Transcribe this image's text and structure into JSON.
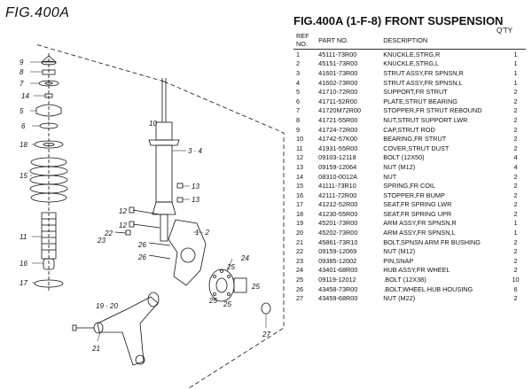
{
  "figure_label": "FIG.400A",
  "title": "FIG.400A (1-F-8) FRONT SUSPENSION",
  "columns": {
    "ref_no": "REF NO.",
    "part_no": "PART NO.",
    "description": "DESCRIPTION",
    "qty": "Q'TY"
  },
  "parts": [
    {
      "ref": "1",
      "part": "45111-73R00",
      "desc": "KNUCKLE,STRG,R",
      "qty": "1"
    },
    {
      "ref": "2",
      "part": "45151-73R00",
      "desc": "KNUCKLE,STRG,L",
      "qty": "1"
    },
    {
      "ref": "3",
      "part": "41601-73R00",
      "desc": "STRUT ASSY,FR SPNSN,R",
      "qty": "1"
    },
    {
      "ref": "4",
      "part": "41602-73R00",
      "desc": "STRUT ASSY,FR SPNSN,L",
      "qty": "1"
    },
    {
      "ref": "5",
      "part": "41710-72R00",
      "desc": "SUPPORT,FR STRUT",
      "qty": "2"
    },
    {
      "ref": "6",
      "part": "41711-52R00",
      "desc": "PLATE,STRUT BEARING",
      "qty": "2"
    },
    {
      "ref": "7",
      "part": "41720M72R00",
      "desc": "STOPPER,FR STRUT REBOUND",
      "qty": "2"
    },
    {
      "ref": "8",
      "part": "41721-55R00",
      "desc": "NUT,STRUT SUPPORT LWR",
      "qty": "2"
    },
    {
      "ref": "9",
      "part": "41724-72R00",
      "desc": "CAP,STRUT ROD",
      "qty": "2"
    },
    {
      "ref": "10",
      "part": "41742-57K00",
      "desc": "BEARING,FR STRUT",
      "qty": "2"
    },
    {
      "ref": "11",
      "part": "41931-55R00",
      "desc": "COVER,STRUT DUST",
      "qty": "2"
    },
    {
      "ref": "12",
      "part": "09103-12118",
      "desc": "BOLT (12X50)",
      "qty": "4"
    },
    {
      "ref": "13",
      "part": "09159-12064",
      "desc": "NUT (M12)",
      "qty": "4"
    },
    {
      "ref": "14",
      "part": "08310-0012A",
      "desc": "NUT",
      "qty": "2"
    },
    {
      "ref": "15",
      "part": "41111-73R10",
      "desc": "SPRING,FR COIL",
      "qty": "2"
    },
    {
      "ref": "16",
      "part": "42111-72R00",
      "desc": "STOPPER,FR BUMP",
      "qty": "2"
    },
    {
      "ref": "17",
      "part": "41212-52R00",
      "desc": "SEAT,FR SPRING LWR",
      "qty": "2"
    },
    {
      "ref": "18",
      "part": "41230-55R00",
      "desc": "SEAT,FR SPRING UPR",
      "qty": "2"
    },
    {
      "ref": "19",
      "part": "45201-73R00",
      "desc": "ARM ASSY,FR SPNSN,R",
      "qty": "1"
    },
    {
      "ref": "20",
      "part": "45202-73R00",
      "desc": "ARM ASSY,FR SPNSN,L",
      "qty": "1"
    },
    {
      "ref": "21",
      "part": "45861-73R10",
      "desc": "BOLT,SPNSN ARM FR BUSHING",
      "qty": "2"
    },
    {
      "ref": "22",
      "part": "09159-12069",
      "desc": "NUT (M12)",
      "qty": "2"
    },
    {
      "ref": "23",
      "part": "09385-12002",
      "desc": "PIN,SNAP",
      "qty": "2"
    },
    {
      "ref": "24",
      "part": "43401-68R00",
      "desc": "HUB ASSY,FR WHEEL",
      "qty": "2"
    },
    {
      "ref": "25",
      "part": "09119-12012",
      "desc": ".BOLT (12X38)",
      "qty": "10"
    },
    {
      "ref": "26",
      "part": "43458-73R00",
      "desc": ".BOLT,WHEEL HUB HOUSING",
      "qty": "6"
    },
    {
      "ref": "27",
      "part": "43459-68R00",
      "desc": "NUT (M22)",
      "qty": "2"
    }
  ],
  "callouts": [
    "9",
    "8",
    "7",
    "14",
    "5",
    "6",
    "18",
    "15",
    "10",
    "3 · 4",
    "13",
    "13",
    "12",
    "12",
    "22",
    "23",
    "26",
    "26",
    "1 · 2",
    "24",
    "25",
    "25",
    "25",
    "25",
    "11",
    "16",
    "17",
    "19 · 20",
    "21",
    "27"
  ]
}
